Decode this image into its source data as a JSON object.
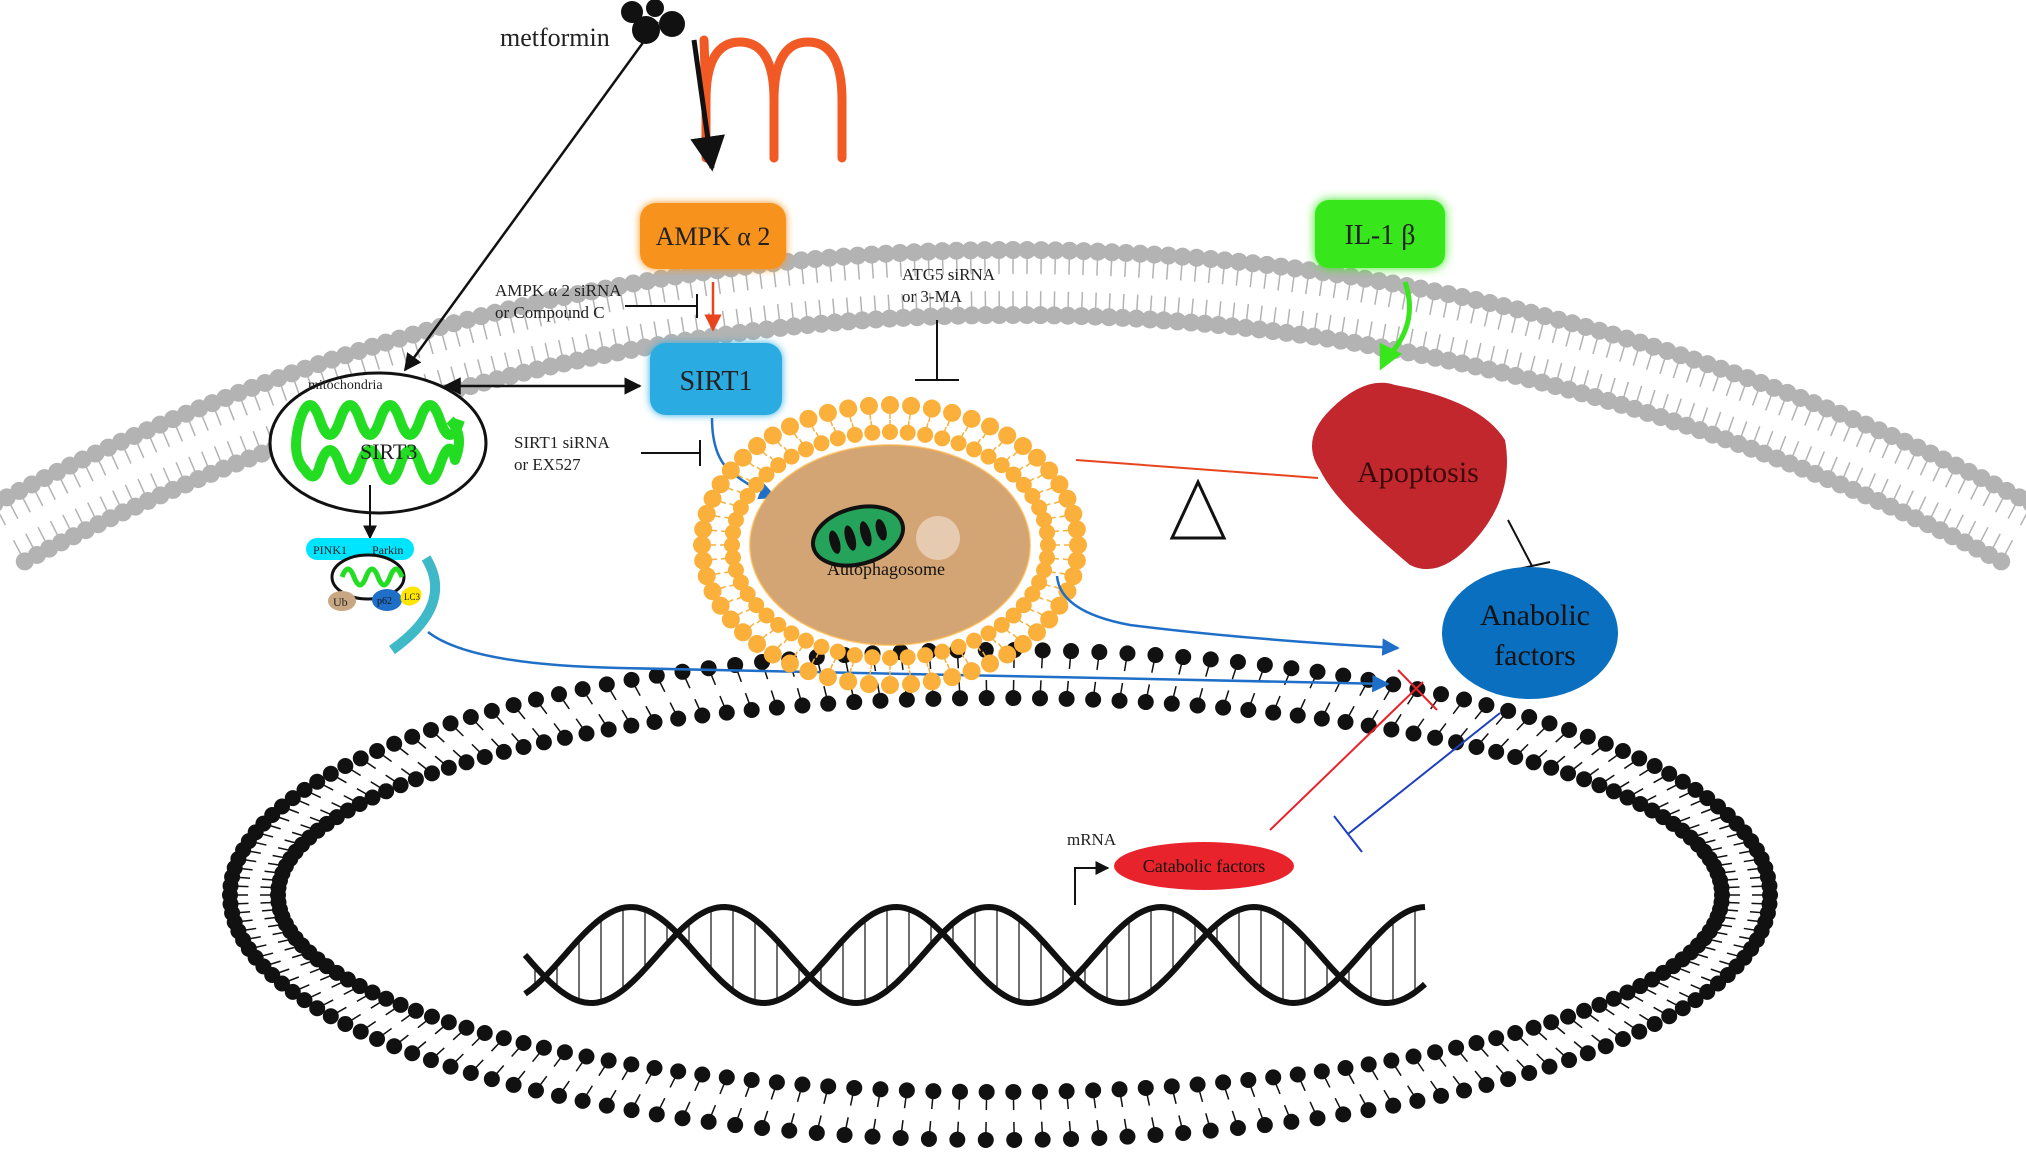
{
  "labels": {
    "metformin": "metformin",
    "ampk": "AMPK α 2",
    "sirt1": "SIRT1",
    "il1b": "IL-1 β",
    "mitochondria": "mitochondria",
    "sirt3": "SIRT3",
    "pink1": "PINK1",
    "parkin": "Parkin",
    "ub": "Ub",
    "p62": "p62",
    "lc3": "LC3",
    "autophagosome": "Autophagosome",
    "apoptosis": "Apoptosis",
    "anabolic_line1": "Anabolic",
    "anabolic_line2": "factors",
    "catabolic": "Catabolic factors",
    "mrna": "mRNA"
  },
  "inhibitors": {
    "ampk_line1": "AMPK α 2 siRNA",
    "ampk_line2": "or Compound C",
    "atg5_line1": "ATG5 siRNA",
    "atg5_line2": "or 3-MA",
    "sirt1_line1": "SIRT1 siRNA",
    "sirt1_line2": "or EX527"
  },
  "colors": {
    "ampk": "#f7931e",
    "sirt1": "#29abe2",
    "il1b": "#39e61e",
    "apoptosis": "#c1272d",
    "anabolic": "#0b6fbf",
    "catabolic": "#e8232b",
    "receptor": "#f15a24",
    "membrane_head": "#b3b3b3",
    "nuclear_head": "#111111",
    "autophagosome_head": "#fbb03b",
    "autophagosome_core": "#d4a574",
    "mito_green": "#22dd22",
    "blue_arrow": "#1f6fc8",
    "red_arrow": "#e8451e"
  }
}
